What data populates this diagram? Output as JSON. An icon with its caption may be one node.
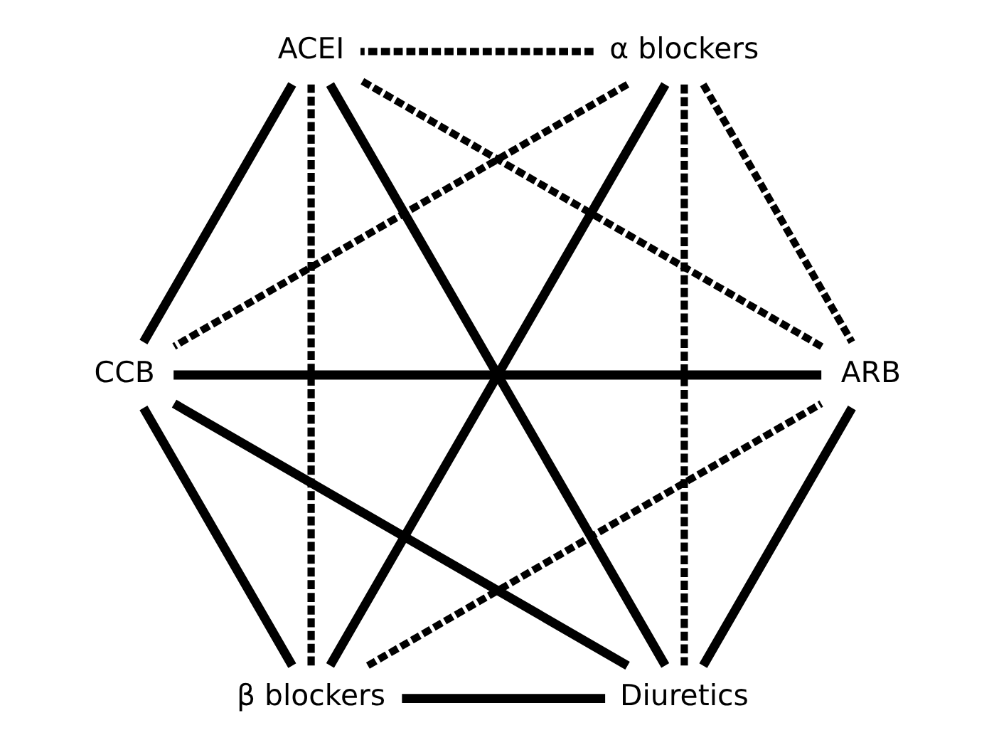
{
  "diagram": {
    "nodes": [
      {
        "text": [
          "Diuretics"
        ]
      },
      {
        "text": [
          "β blockers"
        ]
      },
      {
        "text": [
          "ARB"
        ]
      },
      {
        "text": [
          "α blockers"
        ]
      },
      {
        "text": [
          "CCB"
        ]
      },
      {
        "text": [
          "ACEI"
        ]
      }
    ],
    "edges": [
      {
        "from": 0,
        "to": 1,
        "arrow": "none"
      },
      {
        "from": 0,
        "to": 2,
        "arrow": "none"
      },
      {
        "from": 0,
        "to": 5,
        "arrow": "none"
      },
      {
        "from": 0,
        "to": 4,
        "arrow": "none"
      },
      {
        "from": 1,
        "to": 4,
        "arrow": "none"
      },
      {
        "from": 1,
        "to": 3,
        "arrow": "none"
      },
      {
        "from": 2,
        "to": 4,
        "arrow": "none"
      },
      {
        "from": 5,
        "to": 4,
        "arrow": "none"
      },
      {
        "from": 3,
        "to": 5,
        "arrow": "none",
        "style": "dashed"
      },
      {
        "from": 1,
        "to": 2,
        "arrow": "none",
        "style": "dashed"
      },
      {
        "from": 3,
        "to": 4,
        "arrow": "none",
        "style": "dashed"
      },
      {
        "from": 3,
        "to": 0,
        "arrow": "none",
        "style": "dashed"
      },
      {
        "from": 1,
        "to": 5,
        "arrow": "none",
        "style": "dashed"
      },
      {
        "from": 3,
        "to": 2,
        "arrow": "none",
        "style": "dashed"
      },
      {
        "from": 2,
        "to": 5,
        "arrow": "none",
        "style": "dashed"
      }
    ]
  }
}
